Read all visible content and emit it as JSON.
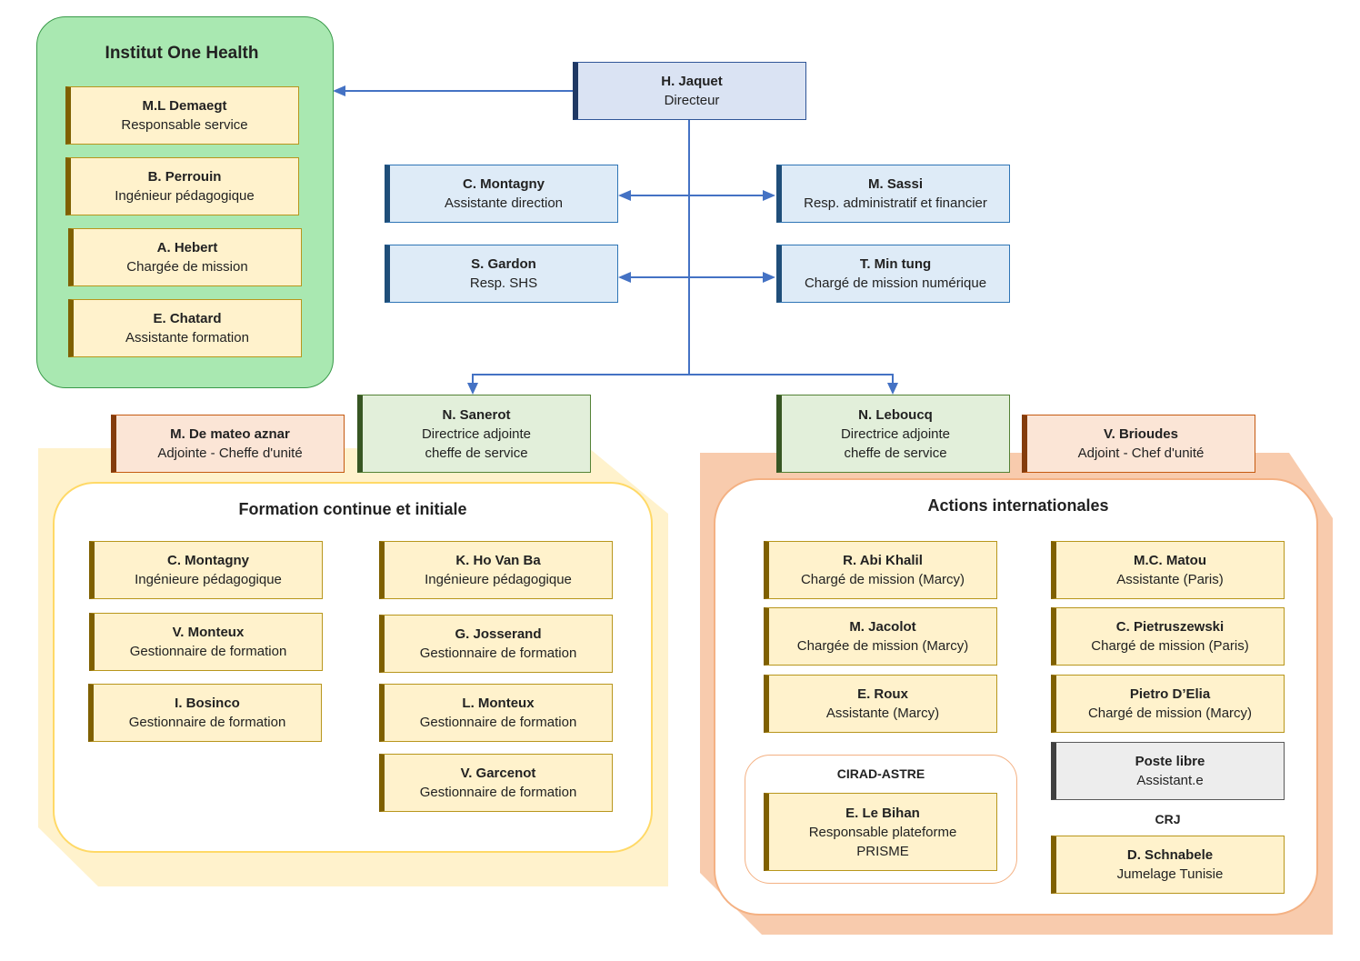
{
  "director": {
    "name": "H. Jaquet",
    "role": "Directeur"
  },
  "staff": [
    {
      "name": "C. Montagny",
      "role": "Assistante direction"
    },
    {
      "name": "M. Sassi",
      "role": "Resp. administratif et financier"
    },
    {
      "name": "S. Gardon",
      "role": "Resp. SHS"
    },
    {
      "name": "T. Min tung",
      "role": "Chargé de mission numérique"
    }
  ],
  "one_health": {
    "title": "Institut One Health",
    "members": [
      {
        "name": "M.L Demaegt",
        "role": "Responsable service"
      },
      {
        "name": "B. Perrouin",
        "role": "Ingénieur pédagogique"
      },
      {
        "name": "A. Hebert",
        "role": "Chargée de mission"
      },
      {
        "name": "E. Chatard",
        "role": "Assistante formation"
      }
    ]
  },
  "deputies": [
    {
      "name": "N. Sanerot",
      "role1": "Directrice adjointe",
      "role2": "cheffe de service"
    },
    {
      "name": "N. Leboucq",
      "role1": "Directrice adjointe",
      "role2": "cheffe de service"
    }
  ],
  "unit_heads": [
    {
      "name": "M. De mateo aznar",
      "role": "Adjointe - Cheffe d'unité"
    },
    {
      "name": "V. Brioudes",
      "role": "Adjoint - Chef d'unité"
    }
  ],
  "formation": {
    "title": "Formation continue et initiale",
    "left": [
      {
        "name": "C. Montagny",
        "role": "Ingénieure pédagogique"
      },
      {
        "name": "V. Monteux",
        "role": "Gestionnaire de formation"
      },
      {
        "name": "I. Bosinco",
        "role": "Gestionnaire de formation"
      }
    ],
    "right": [
      {
        "name": "K. Ho Van Ba",
        "role": "Ingénieure pédagogique"
      },
      {
        "name": "G. Josserand",
        "role": "Gestionnaire de formation"
      },
      {
        "name": "L. Monteux",
        "role": "Gestionnaire de formation"
      },
      {
        "name": "V. Garcenot",
        "role": "Gestionnaire de formation"
      }
    ]
  },
  "international": {
    "title": "Actions internationales",
    "left": [
      {
        "name": "R. Abi Khalil",
        "role": "Chargé de mission (Marcy)"
      },
      {
        "name": "M. Jacolot",
        "role": "Chargée de mission (Marcy)"
      },
      {
        "name": "E. Roux",
        "role": "Assistante (Marcy)"
      }
    ],
    "right": [
      {
        "name": "M.C. Matou",
        "role": "Assistante (Paris)"
      },
      {
        "name": "C. Pietruszewski",
        "role": "Chargé de mission (Paris)"
      },
      {
        "name": "Pietro D’Elia",
        "role": "Chargé de mission (Marcy)"
      }
    ],
    "vacant": {
      "name": "Poste libre",
      "role": "Assistant.e"
    },
    "cirad": {
      "title": "CIRAD-ASTRE",
      "name": "E. Le Bihan",
      "role1": "Responsable plateforme",
      "role2": "PRISME"
    },
    "crj": {
      "title": "CRJ",
      "name": "D. Schnabele",
      "role": "Jumelage Tunisie"
    }
  },
  "colors": {
    "connector": "#4472c4",
    "one_health_bg": "#a9e8b1",
    "formation_band": "#fff2cc",
    "international_band": "#f8cbad"
  }
}
